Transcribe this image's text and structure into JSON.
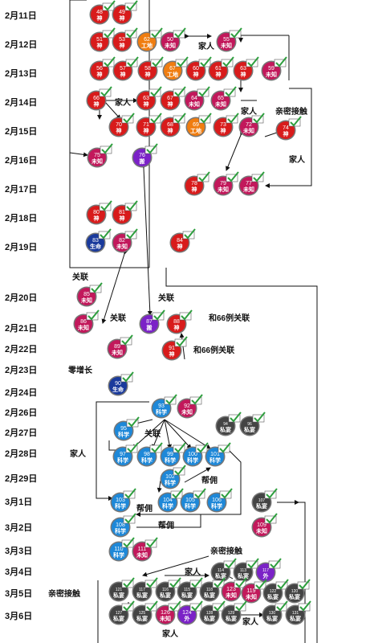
{
  "colors": {
    "shen": "#d81b1b",
    "gongdi": "#f07d10",
    "weizhi": "#c2185b",
    "sheng": "#1a3a9c",
    "ban": "#7b22c7",
    "kexue": "#1e88d8",
    "siyan": "#444444",
    "wai": "#7b22c7",
    "check": "#2e9e3e"
  },
  "legend_words": {
    "shen": "神",
    "gongdi": "工地",
    "weizhi": "未知",
    "sheng": "生命",
    "ban": "搬",
    "kexue": "科学",
    "siyan": "私宴",
    "wai": "外"
  },
  "dates": [
    "2月11日",
    "2月12日",
    "2月13日",
    "2月14日",
    "2月15日",
    "2月16日",
    "2月17日",
    "2月18日",
    "2月19日",
    "2月20日",
    "2月21日",
    "2月22日",
    "2月23日",
    "2月24日",
    "2月26日",
    "2月27日",
    "2月28日",
    "2月29日",
    "3月1日",
    "3月2日",
    "3月3日",
    "3月4日",
    "3月5日",
    "3月6日"
  ],
  "cases": [
    {
      "id": "48",
      "cat": "shen"
    },
    {
      "id": "49",
      "cat": "shen"
    },
    {
      "id": "51",
      "cat": "shen"
    },
    {
      "id": "53",
      "cat": "shen"
    },
    {
      "id": "62",
      "cat": "gongdi"
    },
    {
      "id": "50",
      "cat": "weizhi"
    },
    {
      "id": "55",
      "cat": "weizhi"
    },
    {
      "id": "56",
      "cat": "shen"
    },
    {
      "id": "57",
      "cat": "shen"
    },
    {
      "id": "58",
      "cat": "shen"
    },
    {
      "id": "67",
      "cat": "gongdi"
    },
    {
      "id": "60",
      "cat": "shen"
    },
    {
      "id": "61",
      "cat": "shen"
    },
    {
      "id": "63",
      "cat": "shen"
    },
    {
      "id": "59",
      "cat": "weizhi"
    },
    {
      "id": "66",
      "cat": "shen"
    },
    {
      "id": "63",
      "cat": "shen"
    },
    {
      "id": "67",
      "cat": "shen"
    },
    {
      "id": "64",
      "cat": "weizhi"
    },
    {
      "id": "65",
      "cat": "weizhi"
    },
    {
      "id": "70",
      "cat": "shen"
    },
    {
      "id": "71",
      "cat": "shen"
    },
    {
      "id": "68",
      "cat": "shen"
    },
    {
      "id": "69",
      "cat": "gongdi"
    },
    {
      "id": "73",
      "cat": "shen"
    },
    {
      "id": "72",
      "cat": "weizhi"
    },
    {
      "id": "74",
      "cat": "shen"
    },
    {
      "id": "75",
      "cat": "weizhi"
    },
    {
      "id": "76",
      "cat": "ban"
    },
    {
      "id": "78",
      "cat": "shen"
    },
    {
      "id": "79",
      "cat": "weizhi"
    },
    {
      "id": "77",
      "cat": "weizhi"
    },
    {
      "id": "80",
      "cat": "shen"
    },
    {
      "id": "81",
      "cat": "shen"
    },
    {
      "id": "83",
      "cat": "sheng"
    },
    {
      "id": "82",
      "cat": "weizhi"
    },
    {
      "id": "84",
      "cat": "shen"
    },
    {
      "id": "85",
      "cat": "weizhi"
    },
    {
      "id": "86",
      "cat": "weizhi"
    },
    {
      "id": "87",
      "cat": "ban"
    },
    {
      "id": "88",
      "cat": "shen"
    },
    {
      "id": "89",
      "cat": "weizhi"
    },
    {
      "id": "91",
      "cat": "shen"
    },
    {
      "id": "90",
      "cat": "sheng"
    },
    {
      "id": "93",
      "cat": "kexue"
    },
    {
      "id": "92",
      "cat": "weizhi"
    },
    {
      "id": "95",
      "cat": "kexue"
    },
    {
      "id": "94",
      "cat": "siyan"
    },
    {
      "id": "96",
      "cat": "siyan"
    },
    {
      "id": "97",
      "cat": "kexue"
    },
    {
      "id": "98",
      "cat": "kexue"
    },
    {
      "id": "99",
      "cat": "kexue"
    },
    {
      "id": "100",
      "cat": "kexue"
    },
    {
      "id": "101",
      "cat": "kexue"
    },
    {
      "id": "102",
      "cat": "kexue"
    },
    {
      "id": "103",
      "cat": "kexue"
    },
    {
      "id": "104",
      "cat": "kexue"
    },
    {
      "id": "105",
      "cat": "kexue"
    },
    {
      "id": "106",
      "cat": "kexue"
    },
    {
      "id": "107",
      "cat": "siyan"
    },
    {
      "id": "108",
      "cat": "kexue"
    },
    {
      "id": "109",
      "cat": "weizhi"
    },
    {
      "id": "110",
      "cat": "kexue"
    },
    {
      "id": "111",
      "cat": "weizhi"
    },
    {
      "id": "114",
      "cat": "siyan"
    },
    {
      "id": "113",
      "cat": "siyan"
    },
    {
      "id": "117",
      "cat": "wai"
    },
    {
      "id": "121",
      "cat": "siyan"
    },
    {
      "id": "117",
      "cat": "siyan"
    },
    {
      "id": "116",
      "cat": "siyan"
    },
    {
      "id": "115",
      "cat": "siyan"
    },
    {
      "id": "118",
      "cat": "siyan"
    },
    {
      "id": "123",
      "cat": "weizhi"
    },
    {
      "id": "119",
      "cat": "weizhi"
    },
    {
      "id": "122",
      "cat": "siyan"
    },
    {
      "id": "120",
      "cat": "siyan"
    },
    {
      "id": "127",
      "cat": "siyan"
    },
    {
      "id": "125",
      "cat": "siyan"
    },
    {
      "id": "126",
      "cat": "weizhi"
    },
    {
      "id": "124",
      "cat": "wai"
    },
    {
      "id": "128",
      "cat": "siyan"
    },
    {
      "id": "129",
      "cat": "siyan"
    },
    {
      "id": "130",
      "cat": "siyan"
    },
    {
      "id": "131",
      "cat": "siyan"
    }
  ],
  "labels": [
    "家人",
    "家人",
    "家人",
    "亲密接触",
    "家人",
    "关联",
    "关联",
    "关联",
    "和66例关联",
    "和66例关联",
    "零增长",
    "家人",
    "关联",
    "帮佣",
    "帮佣",
    "帮佣",
    "亲密接触",
    "家人",
    "亲密接触",
    "家人",
    "家人"
  ]
}
